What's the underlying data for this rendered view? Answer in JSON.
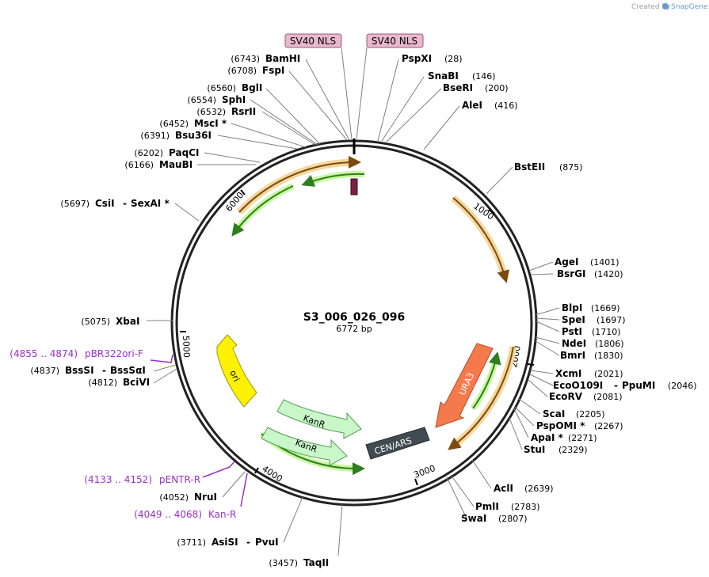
{
  "branding": {
    "created_by": "Created by",
    "app": "SnapGene"
  },
  "plasmid": {
    "name": "S3_006_026_096",
    "length": "6772 bp"
  },
  "ticks": [
    "1000",
    "2000",
    "3000",
    "4000",
    "5000",
    "6000"
  ],
  "nls": [
    "SV40 NLS",
    "SV40 NLS"
  ],
  "features": {
    "ura3": "URA3",
    "cen_ars": "CEN/ARS",
    "ori": "ori",
    "kanr1": "KanR",
    "kanr2": "KanR"
  },
  "sites": [
    {
      "name": "BamHI",
      "pos": "(6743)"
    },
    {
      "name": "FspI",
      "pos": "(6708)"
    },
    {
      "name": "BglI",
      "pos": "(6560)"
    },
    {
      "name": "SphI",
      "pos": "(6554)"
    },
    {
      "name": "RsrII",
      "pos": "(6532)"
    },
    {
      "name": "MscI *",
      "pos": "(6452)"
    },
    {
      "name": "Bsu36I",
      "pos": "(6391)"
    },
    {
      "name": "PaqCI",
      "pos": "(6202)"
    },
    {
      "name": "MauBI",
      "pos": "(6166)"
    },
    {
      "name": "CsiI",
      "name2": "SexAI *",
      "pos": "(5697)"
    },
    {
      "name": "XbaI",
      "pos": "(5075)"
    },
    {
      "name": "BssSI",
      "name2": "BssSαI",
      "pos": "(4837)"
    },
    {
      "name": "BciVI",
      "pos": "(4812)"
    },
    {
      "name": "NruI",
      "pos": "(4052)"
    },
    {
      "name": "AsiSI",
      "name2": "PvuI",
      "pos": "(3711)"
    },
    {
      "name": "TaqII",
      "pos": "(3457)"
    },
    {
      "name": "PspXI",
      "pos": "(28)"
    },
    {
      "name": "SnaBI",
      "pos": "(146)"
    },
    {
      "name": "BseRI",
      "pos": "(200)"
    },
    {
      "name": "AleI",
      "pos": "(416)"
    },
    {
      "name": "BstEII",
      "pos": "(875)"
    },
    {
      "name": "AgeI",
      "pos": "(1401)"
    },
    {
      "name": "BsrGI",
      "pos": "(1420)"
    },
    {
      "name": "BlpI",
      "pos": "(1669)"
    },
    {
      "name": "SpeI",
      "pos": "(1697)"
    },
    {
      "name": "PstI",
      "pos": "(1710)"
    },
    {
      "name": "NdeI",
      "pos": "(1806)"
    },
    {
      "name": "BmrI",
      "pos": "(1830)"
    },
    {
      "name": "XcmI",
      "pos": "(2021)"
    },
    {
      "name": "EcoO109I",
      "name2": "PpuMI",
      "pos": "(2046)"
    },
    {
      "name": "EcoRV",
      "pos": "(2081)"
    },
    {
      "name": "ScaI",
      "pos": "(2205)"
    },
    {
      "name": "PspOMI *",
      "pos": "(2267)"
    },
    {
      "name": "ApaI *",
      "pos": "(2271)"
    },
    {
      "name": "StuI",
      "pos": "(2329)"
    },
    {
      "name": "AclI",
      "pos": "(2639)"
    },
    {
      "name": "PmlI",
      "pos": "(2783)"
    },
    {
      "name": "SwaI",
      "pos": "(2807)"
    }
  ],
  "primers": [
    {
      "range": "(4855 .. 4874)",
      "name": "pBR322ori-F"
    },
    {
      "range": "(4133 .. 4152)",
      "name": "pENTR-R"
    },
    {
      "range": "(4049 .. 4068)",
      "name": "Kan-R"
    }
  ],
  "colors": {
    "backbone": "#222222",
    "orange_feature": "#f2b35e",
    "green_feature": "#3a9b2a",
    "ura3": "#f47a4c",
    "cen_ars": "#414b52",
    "ori": "#fff200",
    "kanr": "#c9f7c9",
    "nls_fill": "#e9b8cc",
    "primer": "#9b30c8"
  }
}
